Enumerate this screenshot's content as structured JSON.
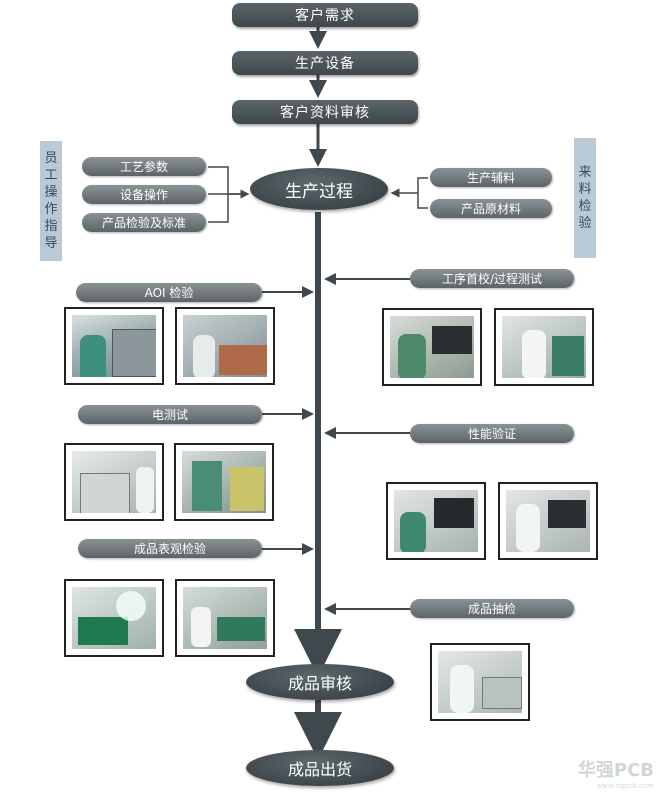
{
  "flow": {
    "customer_demand": "客户需求",
    "production_equipment": "生产设备",
    "customer_data_review": "客户资料审核",
    "production_process": "生产过程",
    "finished_review": "成品审核",
    "finished_shipment": "成品出货"
  },
  "left_inputs": [
    "工艺参数",
    "设备操作",
    "产品检验及标准"
  ],
  "right_inputs": [
    "生产辅料",
    "产品原材料"
  ],
  "left_tab": "员工操作指导",
  "right_tab": "来料检验",
  "left_steps": [
    "AOI  检验",
    "电测试",
    "成品表观检验"
  ],
  "right_steps": [
    "工序首校/过程测试",
    "性能验证",
    "成品抽检"
  ],
  "watermark": {
    "logo": "华强PCB",
    "url": "www.hqpcb.com"
  }
}
